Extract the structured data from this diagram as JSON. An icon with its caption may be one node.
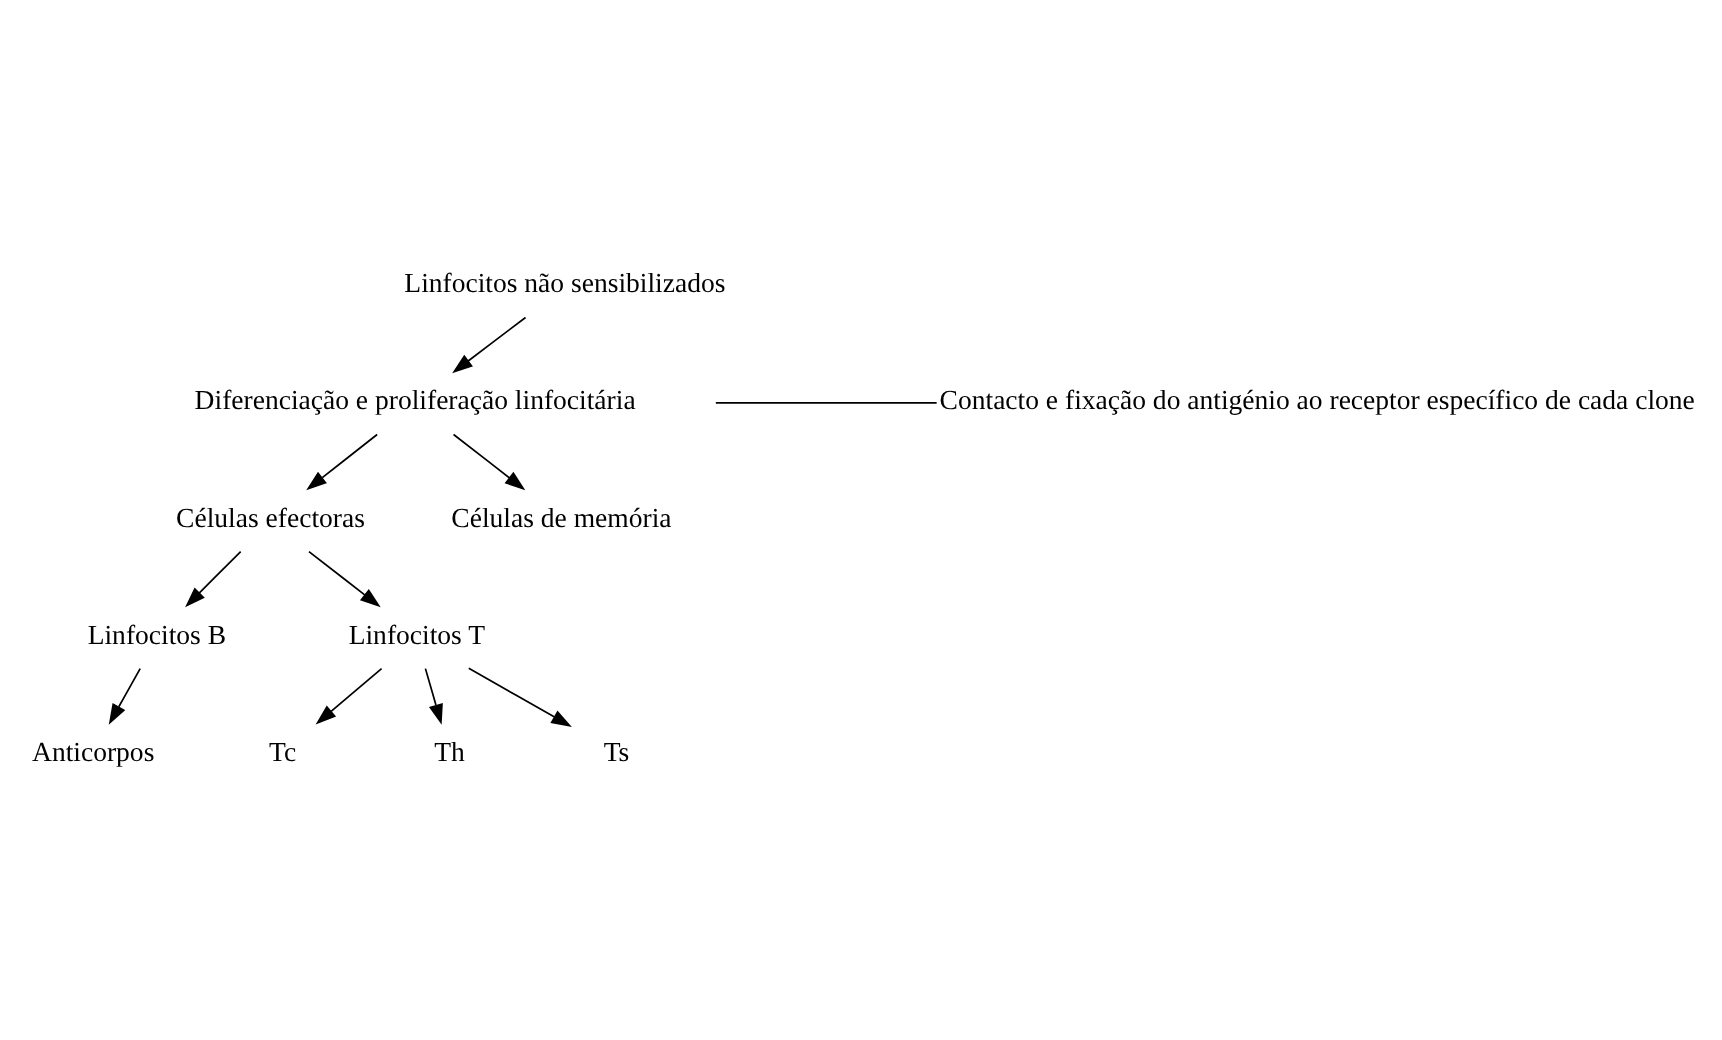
{
  "diagram": {
    "nodes": [
      {
        "text": [
          "Linfocitos não sensibilizados"
        ]
      },
      {
        "text": [
          "Contacto e fixação do antigénio ao receptor específico de cada clone"
        ]
      },
      {
        "text": [
          "Diferenciação e proliferação linfocitária"
        ]
      },
      {
        "text": [
          "Células efectoras"
        ]
      },
      {
        "text": [
          "Células de memória"
        ]
      },
      {
        "text": [
          "Linfocitos B"
        ]
      },
      {
        "text": [
          "Linfocitos T"
        ]
      },
      {
        "text": [
          "Anticorpos"
        ]
      },
      {
        "text": [
          "Tc"
        ]
      },
      {
        "text": [
          "Th"
        ]
      },
      {
        "text": [
          "Ts"
        ]
      }
    ],
    "edges": [
      {
        "from": 0,
        "to": 2,
        "arrow": "to"
      },
      {
        "from": 1,
        "to": null,
        "arrow": "none"
      },
      {
        "from": 2,
        "to": 3,
        "arrow": "to"
      },
      {
        "from": 2,
        "to": 4,
        "arrow": "to"
      },
      {
        "from": 3,
        "to": 5,
        "arrow": "to"
      },
      {
        "from": 3,
        "to": 6,
        "arrow": "to"
      },
      {
        "from": 5,
        "to": 7,
        "arrow": "to"
      },
      {
        "from": 6,
        "to": 8,
        "arrow": "to"
      },
      {
        "from": 6,
        "to": 9,
        "arrow": "to"
      },
      {
        "from": 6,
        "to": 10,
        "arrow": "to"
      }
    ]
  }
}
